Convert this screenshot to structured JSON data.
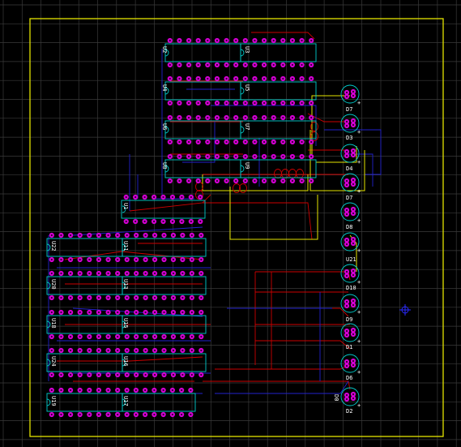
{
  "colors": {
    "background": "#000000",
    "grid": "#3a3a3a",
    "board_outline": "#e5e500",
    "silkscreen": "#00cccc",
    "pad": "#d400d4",
    "pad_hole": "#330033",
    "trace_top": "#cc0000",
    "trace_bottom": "#2222cc",
    "trace_yellow": "#e5e500",
    "origin_marker": "#2a2aff"
  },
  "top_row_chips": [
    {
      "id": "top-row-1",
      "left_label": "U2",
      "right_label": "U3"
    },
    {
      "id": "top-row-2",
      "left_label": "U4",
      "right_label": "U5"
    },
    {
      "id": "top-row-3",
      "left_label": "U6",
      "right_label": "U7"
    },
    {
      "id": "top-row-4",
      "left_label": "U8",
      "right_label": "U9"
    }
  ],
  "left_column_chips": [
    {
      "id": "left-chip-0",
      "left_label": "",
      "right_label": "U1"
    },
    {
      "id": "left-chip-1",
      "left_label": "U22",
      "right_label": "U11"
    },
    {
      "id": "left-chip-2",
      "left_label": "U20",
      "right_label": "U13"
    },
    {
      "id": "left-chip-3",
      "left_label": "U18",
      "right_label": "U15"
    },
    {
      "id": "left-chip-4",
      "left_label": "U24",
      "right_label": "U16"
    },
    {
      "id": "left-chip-5",
      "left_label": "U19",
      "right_label": "U17"
    }
  ],
  "leds": [
    {
      "label": "D7"
    },
    {
      "label": "D3"
    },
    {
      "label": "D4"
    },
    {
      "label": "D7"
    },
    {
      "label": "D8"
    },
    {
      "label": "U21"
    },
    {
      "label": "D10"
    },
    {
      "label": "D9"
    },
    {
      "label": "D1"
    },
    {
      "label": "D6"
    },
    {
      "label": "D2"
    },
    {
      "label": "D0"
    }
  ]
}
